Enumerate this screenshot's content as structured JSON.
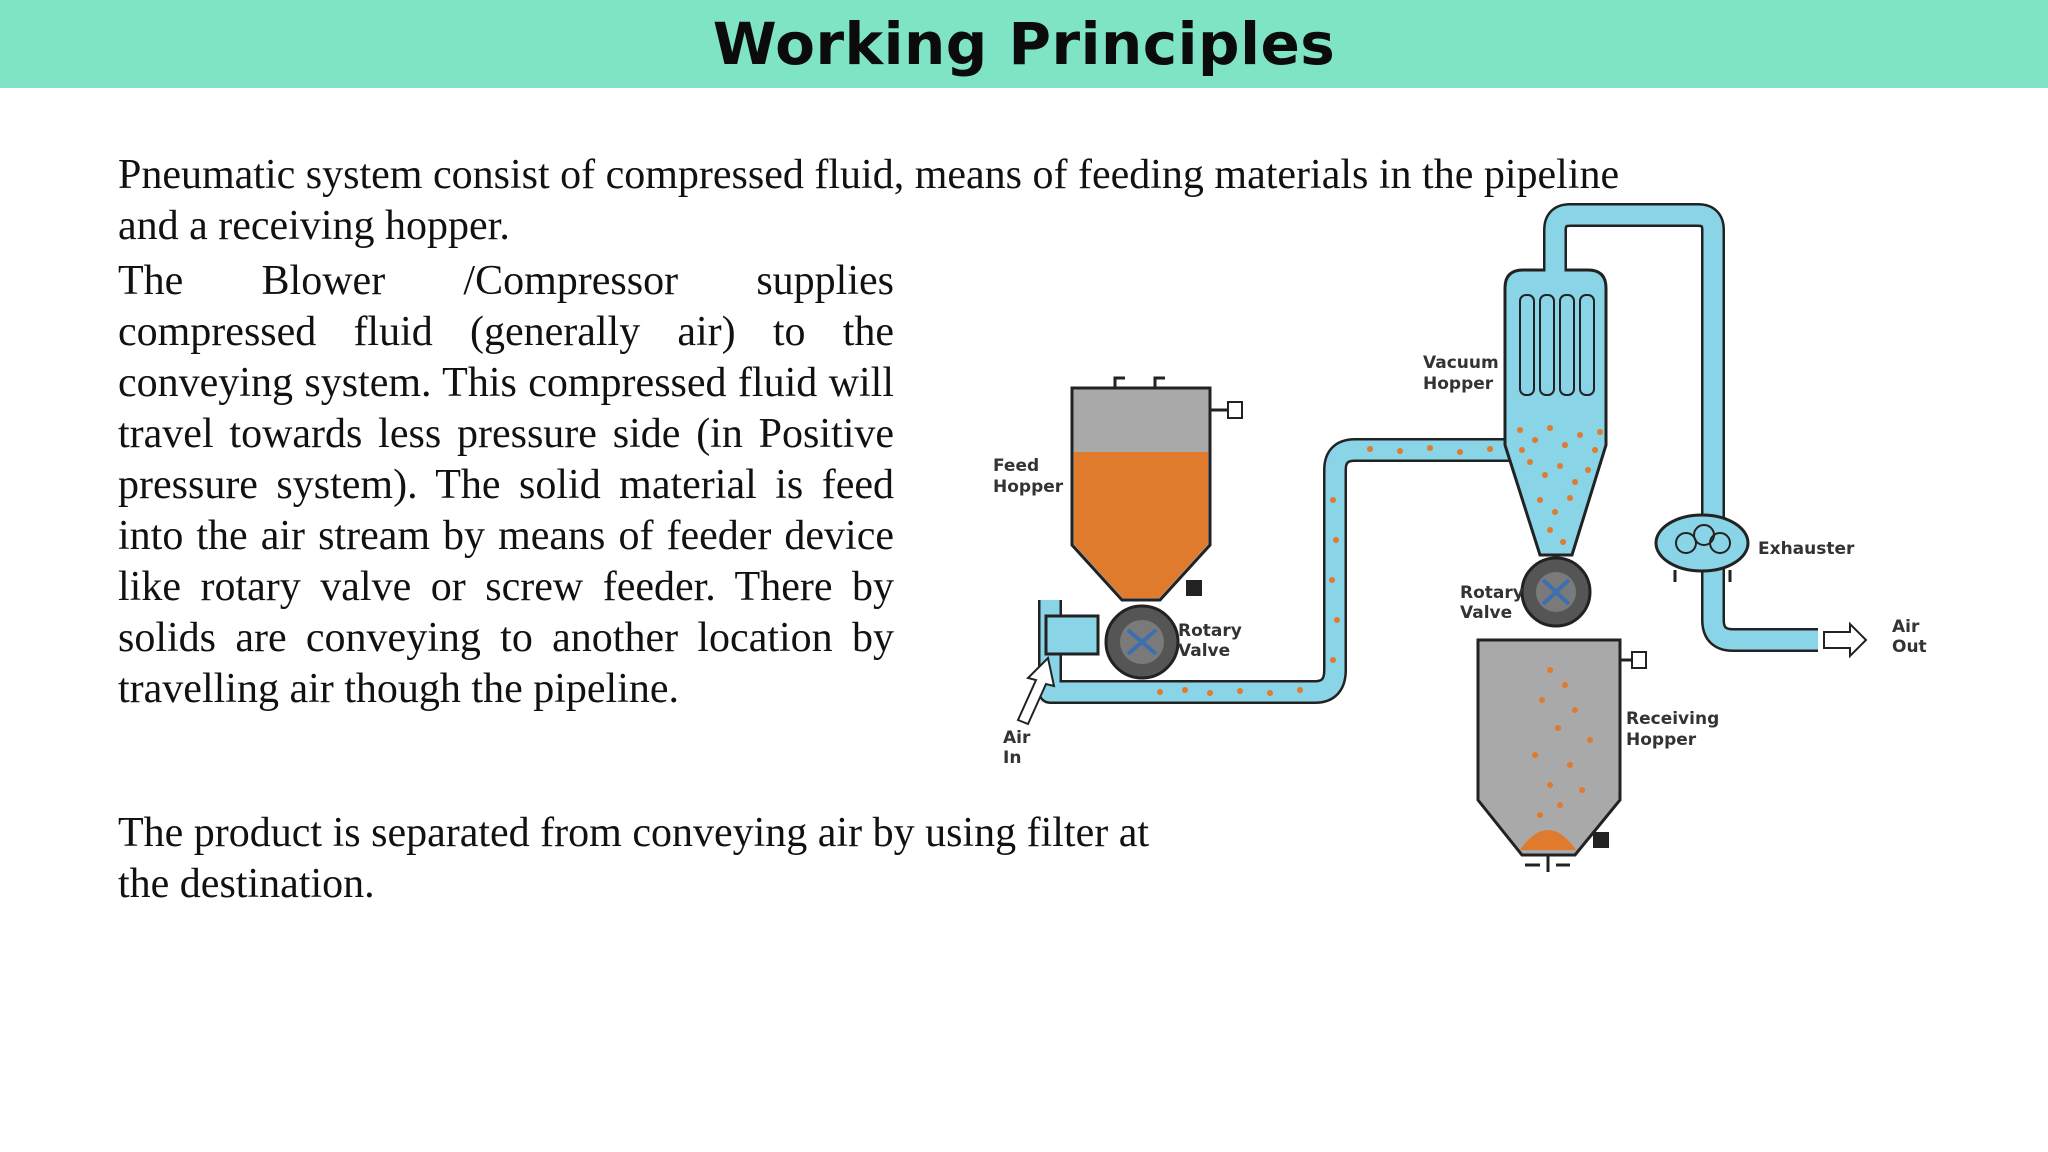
{
  "header": {
    "title": "Working Principles"
  },
  "text": {
    "intro": "Pneumatic system consist of compressed fluid, means of feeding materials in the pipeline and a receiving hopper.",
    "body": "The Blower /Compressor supplies compressed fluid (generally air) to the conveying system. This compressed fluid will travel towards less pressure side (in Positive pressure system). The solid material is feed into the air stream by means of feeder device like rotary valve or screw feeder. There by solids are conveying to another location by travelling air though the pipeline.",
    "outro": "The product is separated from conveying air by using  filter at the destination."
  },
  "diagram": {
    "labels": {
      "feed_hopper_1": "Feed",
      "feed_hopper_2": "Hopper",
      "rotary_valve_1_a": "Rotary",
      "rotary_valve_1_b": "Valve",
      "air_in_1": "Air",
      "air_in_2": "In",
      "vacuum_hopper_1": "Vacuum",
      "vacuum_hopper_2": "Hopper",
      "rotary_valve_2_a": "Rotary",
      "rotary_valve_2_b": "Valve",
      "exhauster": "Exhauster",
      "air_out_1": "Air",
      "air_out_2": "Out",
      "receiving_hopper_1": "Receiving",
      "receiving_hopper_2": "Hopper"
    },
    "colors": {
      "pipe": "#89d4e6",
      "pipe_outline": "#222222",
      "material": "#e07a2c",
      "hopper_gray": "#a9a9a9",
      "header_bg": "#7fe3c6"
    }
  }
}
